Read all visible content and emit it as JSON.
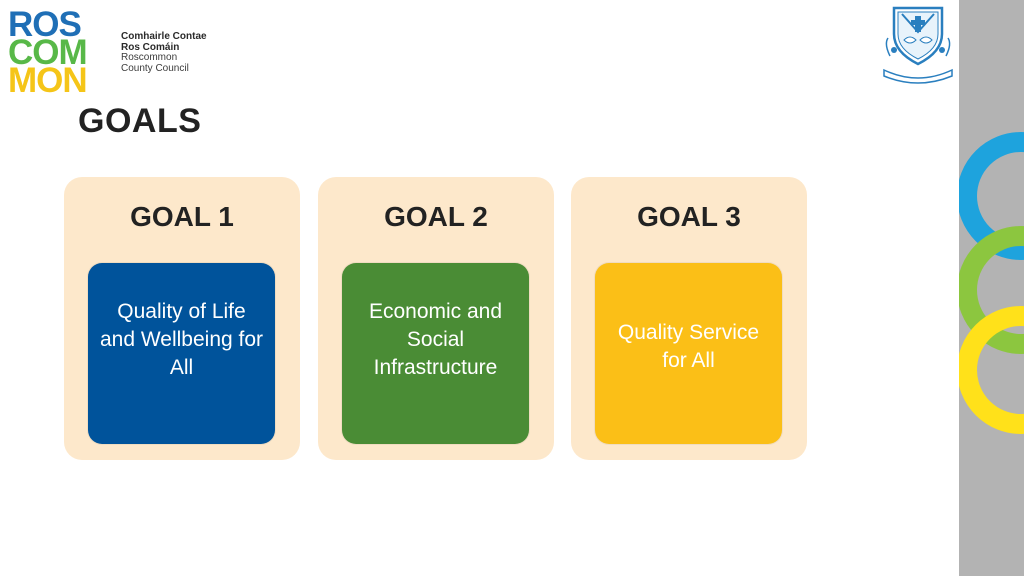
{
  "logo": {
    "mark_lines": [
      "ROS",
      "COM",
      "MON"
    ],
    "text_lines": [
      "Comhairle Contae",
      "Ros Comáin",
      "Roscommon",
      "County Council"
    ]
  },
  "slide": {
    "title": "GOALS"
  },
  "goals": [
    {
      "heading": "GOAL 1",
      "text": "Quality of Life and Wellbeing for All",
      "box_color": "#00539b",
      "text_color": "#ffffff"
    },
    {
      "heading": "GOAL 2",
      "text": "Economic and Social Infrastructure",
      "box_color": "#4a8c35",
      "text_color": "#ffffff"
    },
    {
      "heading": "GOAL 3",
      "text": "Quality Service for All",
      "box_color": "#fbbf17",
      "text_color": "#ffffff"
    }
  ],
  "colors": {
    "card_background": "#fde8cb",
    "side_strip": "#b3b3b3",
    "ring_blue": "#1ea3dd",
    "ring_green": "#8cc63f",
    "ring_yellow": "#ffe11a"
  },
  "icons": {
    "crest": "county-crest-icon"
  }
}
